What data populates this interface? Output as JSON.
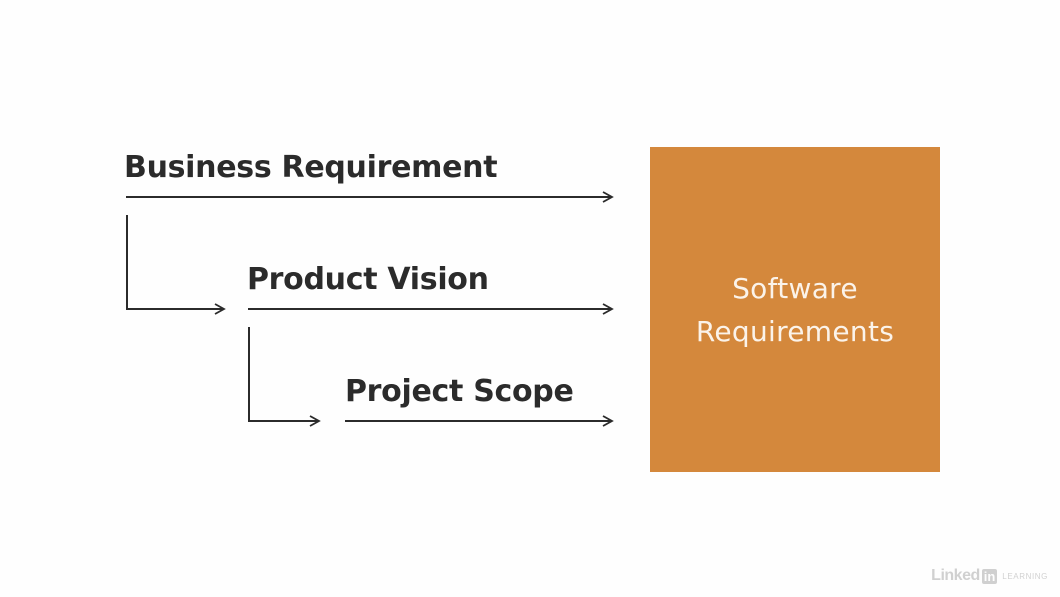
{
  "diagram": {
    "inputs": [
      {
        "label": "Business Requirement"
      },
      {
        "label": "Product Vision"
      },
      {
        "label": "Project Scope"
      }
    ],
    "output": {
      "line1": "Software",
      "line2": "Requirements"
    },
    "colors": {
      "output_box": "#d4883c",
      "text": "#2b2b2b",
      "arrows": "#2b2b2b"
    }
  },
  "watermark": {
    "linked": "Linked",
    "in": "in",
    "learning": "LEARNING"
  }
}
